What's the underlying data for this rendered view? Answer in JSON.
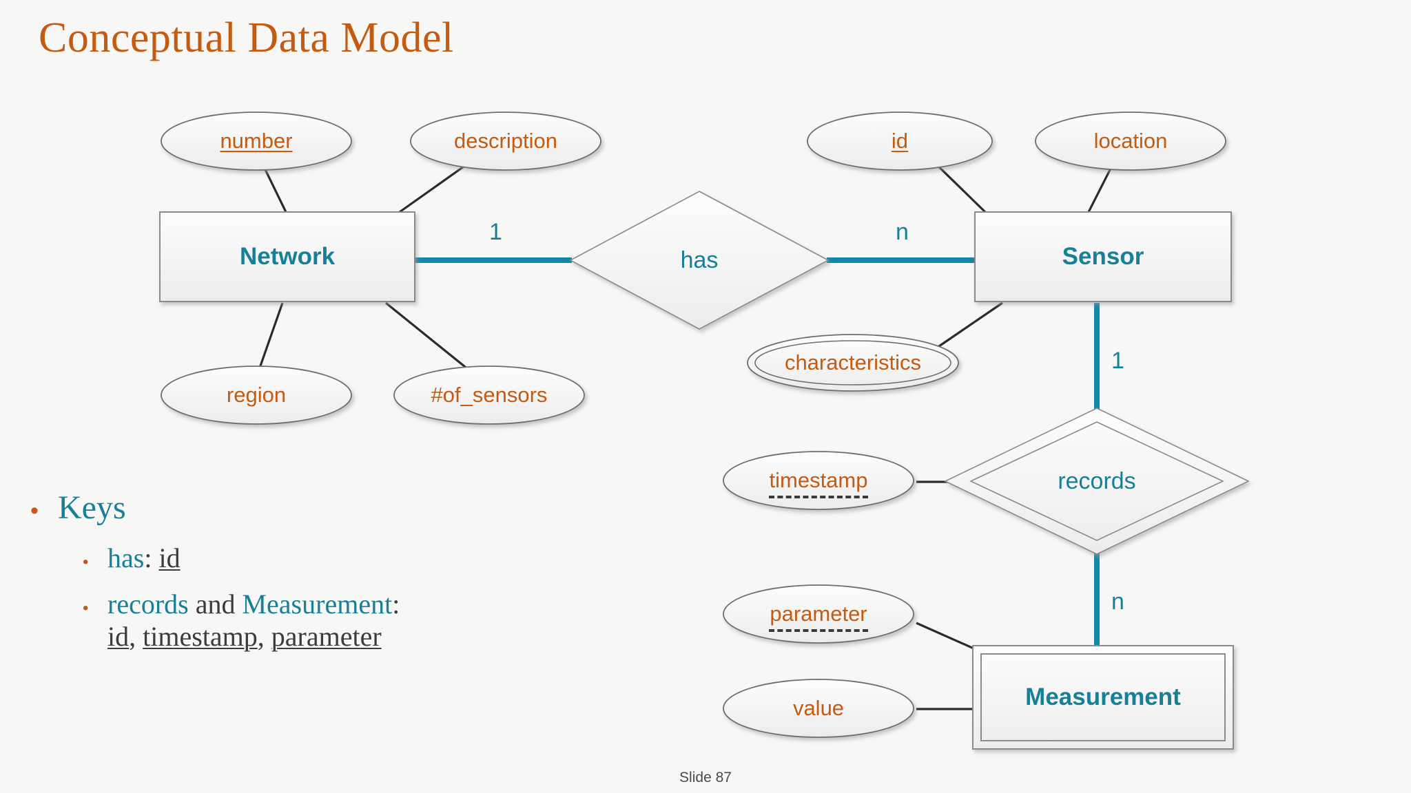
{
  "slide": {
    "title": "Conceptual Data Model",
    "footer": "Slide 87"
  },
  "colors": {
    "title_orange": "#c55a11",
    "attribute_orange": "#c55a11",
    "entity_teal": "#177f96",
    "connector_teal": "#1287a8",
    "connector_dark": "#2b2b2b",
    "shape_stroke": "#6e6e6e",
    "background": "#f7f7f5"
  },
  "diagram": {
    "type": "entity-relationship",
    "entities": [
      {
        "id": "network",
        "label": "Network",
        "weak": false
      },
      {
        "id": "sensor",
        "label": "Sensor",
        "weak": false
      },
      {
        "id": "measurement",
        "label": "Measurement",
        "weak": true
      }
    ],
    "relationships": [
      {
        "id": "has",
        "label": "has",
        "identifying": false,
        "left_cardinality": "1",
        "right_cardinality": "n",
        "between": [
          "Network",
          "Sensor"
        ]
      },
      {
        "id": "records",
        "label": "records",
        "identifying": true,
        "top_cardinality": "1",
        "bottom_cardinality": "n",
        "between": [
          "Sensor",
          "Measurement"
        ]
      }
    ],
    "attributes": [
      {
        "id": "number",
        "label": "number",
        "owner": "Network",
        "key": true,
        "partial_key": false,
        "multivalued": false
      },
      {
        "id": "description",
        "label": "description",
        "owner": "Network",
        "key": false,
        "partial_key": false,
        "multivalued": false
      },
      {
        "id": "region",
        "label": "region",
        "owner": "Network",
        "key": false,
        "partial_key": false,
        "multivalued": false
      },
      {
        "id": "of_sensors",
        "label": "#of_sensors",
        "owner": "Network",
        "key": false,
        "partial_key": false,
        "multivalued": false
      },
      {
        "id": "id",
        "label": "id",
        "owner": "Sensor",
        "key": true,
        "partial_key": false,
        "multivalued": false
      },
      {
        "id": "location",
        "label": "location",
        "owner": "Sensor",
        "key": false,
        "partial_key": false,
        "multivalued": false
      },
      {
        "id": "characteristics",
        "label": "characteristics",
        "owner": "Sensor",
        "key": false,
        "partial_key": false,
        "multivalued": true
      },
      {
        "id": "timestamp",
        "label": "timestamp",
        "owner": "records",
        "key": false,
        "partial_key": true,
        "multivalued": false
      },
      {
        "id": "parameter",
        "label": "parameter",
        "owner": "Measurement",
        "key": false,
        "partial_key": true,
        "multivalued": false
      },
      {
        "id": "value",
        "label": "value",
        "owner": "Measurement",
        "key": false,
        "partial_key": false,
        "multivalued": false
      }
    ],
    "cardinality_labels": {
      "network_has": "1",
      "has_sensor": "n",
      "sensor_records": "1",
      "records_measurement": "n"
    }
  },
  "keys": {
    "heading": "Keys",
    "items": [
      {
        "prefix": "has",
        "separator": ": ",
        "keys": [
          "id"
        ]
      },
      {
        "prefix": "records",
        "conjunction": " and ",
        "prefix2": "Measurement",
        "separator": ": ",
        "keys": [
          "id",
          "timestamp",
          "parameter"
        ]
      }
    ]
  }
}
